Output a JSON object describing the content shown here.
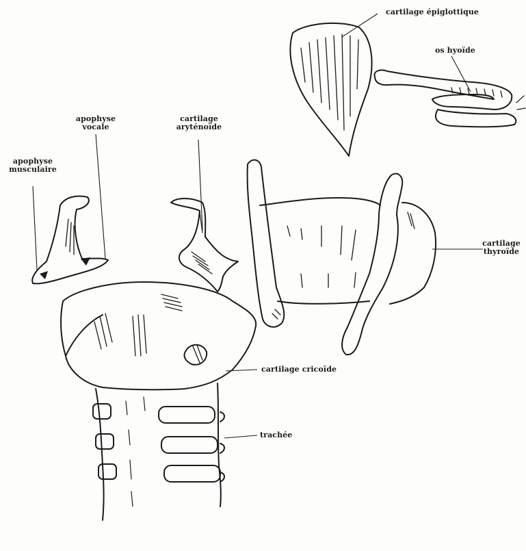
{
  "labels": {
    "epiglottic": "cartilage épiglottique",
    "hyoid": "os hyoïde",
    "vocal_process": [
      "apophyse",
      "vocale"
    ],
    "muscular_process": [
      "apophyse",
      "musculaire"
    ],
    "arytenoid": [
      "cartilage",
      "aryténoïde"
    ],
    "thyroid": [
      "cartilage",
      "thyroïde"
    ],
    "cricoid": "cartilage cricoïde",
    "trachea": "trachée"
  }
}
